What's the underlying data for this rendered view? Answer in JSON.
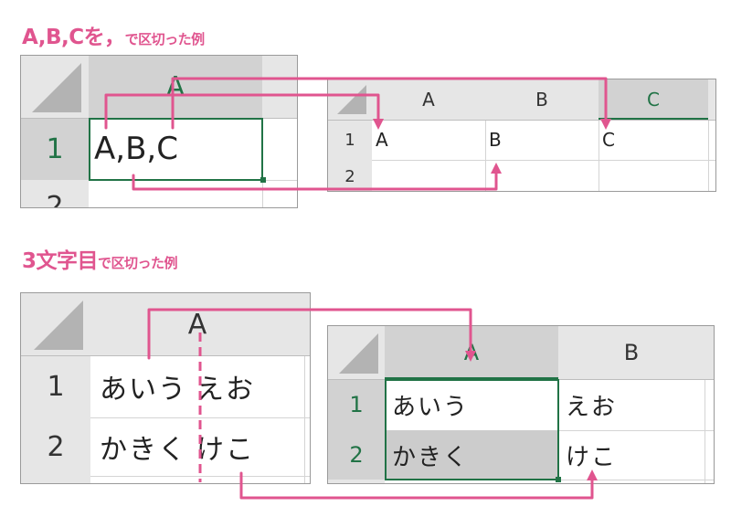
{
  "title1": {
    "big": "A,B,Cを，",
    "small": "で区切った例"
  },
  "title2": {
    "big": "3文字目",
    "small": "で区切った例"
  },
  "sheet1": {
    "col_header": "A",
    "rows": [
      "1",
      "2"
    ],
    "cells": [
      "A,B,C"
    ]
  },
  "sheet2": {
    "col_headers": [
      "A",
      "B",
      "C"
    ],
    "rows": [
      "1",
      "2"
    ],
    "cells": [
      "A",
      "B",
      "C"
    ]
  },
  "sheet3": {
    "col_header": "A",
    "rows": [
      "1",
      "2"
    ],
    "cells": [
      {
        "left": "あいう",
        "right": "えお"
      },
      {
        "left": "かきく",
        "right": "けこ"
      }
    ]
  },
  "sheet4": {
    "col_headers": [
      "A",
      "B"
    ],
    "rows": [
      "1",
      "2"
    ],
    "cells": [
      [
        "あいう",
        "えお"
      ],
      [
        "かきく",
        "けこ"
      ]
    ]
  },
  "colors": {
    "accent": "#e0558f",
    "excel_green": "#217346",
    "header_gray": "#e6e6e6",
    "selected_gray": "#d2d2d2"
  }
}
